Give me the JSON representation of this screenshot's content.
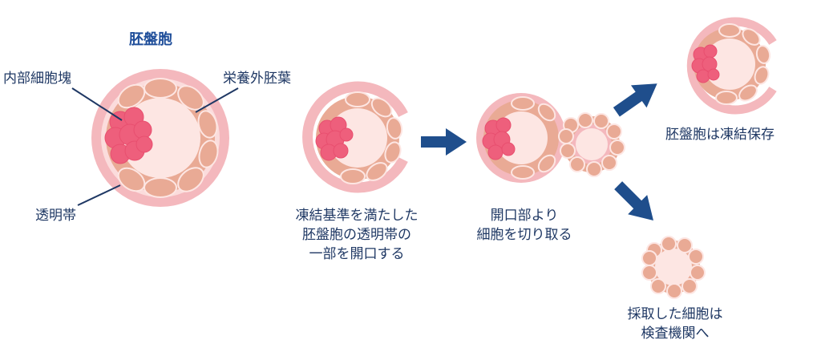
{
  "labels": {
    "blastocyst_title": "胚盤胞",
    "inner_cell_mass": "内部細胞塊",
    "trophectoderm": "栄養外胚葉",
    "zona_pellucida": "透明帯",
    "step1_line1": "凍結基準を満たした",
    "step1_line2": "胚盤胞の透明帯の",
    "step1_line3": "一部を開口する",
    "step2_line1": "開口部より",
    "step2_line2": "細胞を切り取る",
    "frozen": "胚盤胞は凍結保存",
    "sampled_line1": "採取した細胞は",
    "sampled_line2": "検査機関へ"
  },
  "colors": {
    "zona": "#f4b8bd",
    "trophectoderm_cell": "#e9aa95",
    "cavity": "#fde6e3",
    "inner_cell_mass": "#ee5f7c",
    "arrow": "#1f4e8c",
    "text": "#1f3864"
  }
}
